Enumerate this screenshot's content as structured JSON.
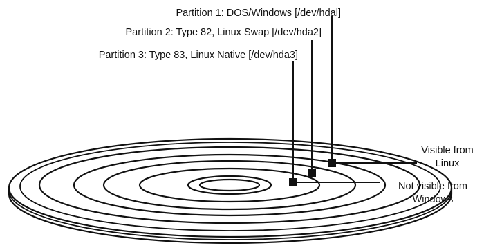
{
  "diagram": {
    "partitions": [
      {
        "label": "Partition 1: DOS/Windows [/dev/hdal]"
      },
      {
        "label": "Partition 2: Type 82, Linux Swap [/dev/hda2]"
      },
      {
        "label": "Partition 3: Type 83, Linux Native [/dev/hda3]"
      }
    ],
    "annotations": {
      "visible_line1": "Visible from",
      "visible_line2": "Linux",
      "not_visible_line1": "Not visible from",
      "not_visible_line2": "Windows"
    },
    "colors": {
      "ink": "#111111",
      "background": "#ffffff"
    }
  }
}
